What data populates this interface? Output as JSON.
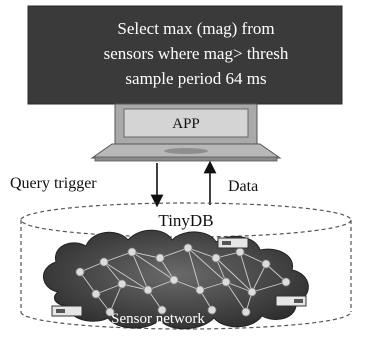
{
  "query": {
    "lines": [
      "Select max (mag) from",
      "sensors where mag> thresh",
      "sample period 64 ms"
    ]
  },
  "laptop": {
    "screen_label": "APP"
  },
  "flow": {
    "left_label": "Query trigger",
    "right_label": "Data"
  },
  "database": {
    "label": "TinyDB"
  },
  "network": {
    "label": "Sensor network"
  },
  "colors": {
    "query_box": "#3a3a3a",
    "laptop_body": "#b8b8b8",
    "cloud": "#4a4a4a",
    "node": "#dcdcdc"
  }
}
